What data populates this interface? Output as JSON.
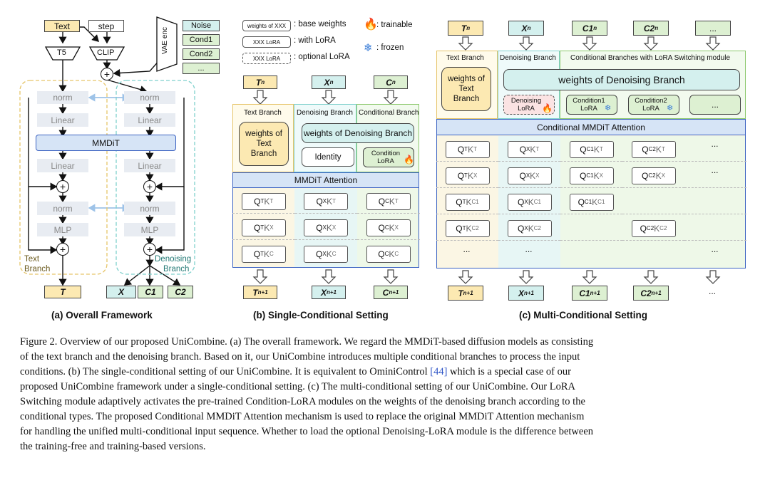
{
  "panel_a": {
    "inputs": {
      "text": "Text",
      "step": "step",
      "noise": "Noise",
      "cond1": "Cond1",
      "cond2": "Cond2",
      "more": "..."
    },
    "encoders": {
      "t5": "T5",
      "clip": "CLIP",
      "vae": "VAE enc"
    },
    "blocks": {
      "norm": "norm",
      "linear": "Linear",
      "mmdit": "MMDiT",
      "mlp": "MLP",
      "plus": "⊕"
    },
    "branches": {
      "text": "Text\nBranch",
      "text_l1": "Text",
      "text_l2": "Branch",
      "denoise_l1": "Denoising",
      "denoise_l2": "Branch"
    },
    "outputs": {
      "t": "T",
      "x": "X",
      "c1": "C1",
      "c2": "C2"
    },
    "title": "(a) Overall Framework"
  },
  "panel_b": {
    "legend": {
      "base_box": "weights of XXX",
      "base": ": base weights",
      "lora_box": "XXX LoRA",
      "lora": ": with LoRA",
      "opt_box": "XXX LoRA",
      "opt": ": optional LoRA",
      "trainable": ": trainable",
      "frozen": ": frozen"
    },
    "inputs": {
      "t": "T",
      "t_sub": "n",
      "x": "X",
      "x_sub": "n",
      "c": "C",
      "c_sub": "n"
    },
    "branch_headers": {
      "text": "Text Branch",
      "denoise": "Denoising Branch",
      "cond": "Conditional Branch"
    },
    "weights_text": "weights of Text Branch",
    "weights_denoise": "weights of Denoising Branch",
    "identity": "Identity",
    "condition_lora": "Condition LoRA",
    "attention": "MMDiT Attention",
    "grid": [
      [
        [
          "Q",
          "T",
          "K",
          "T"
        ],
        [
          "Q",
          "X",
          "K",
          "T"
        ],
        [
          "Q",
          "C",
          "K",
          "T"
        ]
      ],
      [
        [
          "Q",
          "T",
          "K",
          "X"
        ],
        [
          "Q",
          "X",
          "K",
          "X"
        ],
        [
          "Q",
          "C",
          "K",
          "X"
        ]
      ],
      [
        [
          "Q",
          "T",
          "K",
          "C"
        ],
        [
          "Q",
          "X",
          "K",
          "C"
        ],
        [
          "Q",
          "C",
          "K",
          "C"
        ]
      ]
    ],
    "outputs": {
      "t": "T",
      "x": "X",
      "c": "C",
      "sub": "n+1"
    },
    "title": "(b) Single-Conditional Setting"
  },
  "panel_c": {
    "inputs": {
      "t": "T",
      "x": "X",
      "c1": "C1",
      "c2": "C2",
      "sub": "n",
      "more": "..."
    },
    "branch_headers": {
      "text": "Text Branch",
      "denoise": "Denoising Branch",
      "cond": "Conditional Branches with LoRA Switching module"
    },
    "weights_text": "weights of Text Branch",
    "weights_denoise": "weights of Denoising Branch",
    "denoising_lora": "Denoising LoRA",
    "condition1_lora": "Condition1 LoRA",
    "condition2_lora": "Condition2 LoRA",
    "more": "...",
    "attention": "Conditional MMDiT Attention",
    "grid": [
      [
        [
          "Q",
          "T",
          "K",
          "T"
        ],
        [
          "Q",
          "X",
          "K",
          "T"
        ],
        [
          "Q",
          "C1",
          "K",
          "T"
        ],
        [
          "Q",
          "C2",
          "K",
          "T"
        ],
        "..."
      ],
      [
        [
          "Q",
          "T",
          "K",
          "X"
        ],
        [
          "Q",
          "X",
          "K",
          "X"
        ],
        [
          "Q",
          "C1",
          "K",
          "X"
        ],
        [
          "Q",
          "C2",
          "K",
          "X"
        ],
        "..."
      ],
      [
        [
          "Q",
          "T",
          "K",
          "C1"
        ],
        [
          "Q",
          "X",
          "K",
          "C1"
        ],
        [
          "Q",
          "C1",
          "K",
          "C1"
        ],
        "",
        ""
      ],
      [
        [
          "Q",
          "T",
          "K",
          "C2"
        ],
        [
          "Q",
          "X",
          "K",
          "C2"
        ],
        "",
        [
          "Q",
          "C2",
          "K",
          "C2"
        ],
        ""
      ],
      [
        "...",
        "...",
        "",
        "",
        "..."
      ]
    ],
    "outputs": {
      "t": "T",
      "x": "X",
      "c1": "C1",
      "c2": "C2",
      "sub": "n+1",
      "more": "..."
    },
    "title": "(c) Multi-Conditional Setting"
  },
  "caption": {
    "l1": "Figure 2. Overview of our proposed UniCombine. (a) The overall framework. We regard the MMDiT-based diffusion models as consisting",
    "l2": "of the text branch and the denoising branch. Based on it, our UniCombine introduces multiple conditional branches to process the input",
    "l3a": "conditions. (b) The single-conditional setting of our UniCombine. It is equivalent to OminiControl ",
    "ref": "[44]",
    "l3b": " which is a special case of our",
    "l4": "proposed UniCombine framework under a single-conditional setting. (c) The multi-conditional setting of our UniCombine. Our LoRA",
    "l5": "Switching module adaptively activates the pre-trained Condition-LoRA modules on the weights of the denoising branch according to the",
    "l6": "conditional types. The proposed Conditional MMDiT Attention mechanism is used to replace the original MMDiT Attention mechanism",
    "l7": "for handling the unified multi-conditional input sequence. Whether to load the optional Denoising-LoRA module is the difference between",
    "l8": "the training-free and training-based versions."
  }
}
